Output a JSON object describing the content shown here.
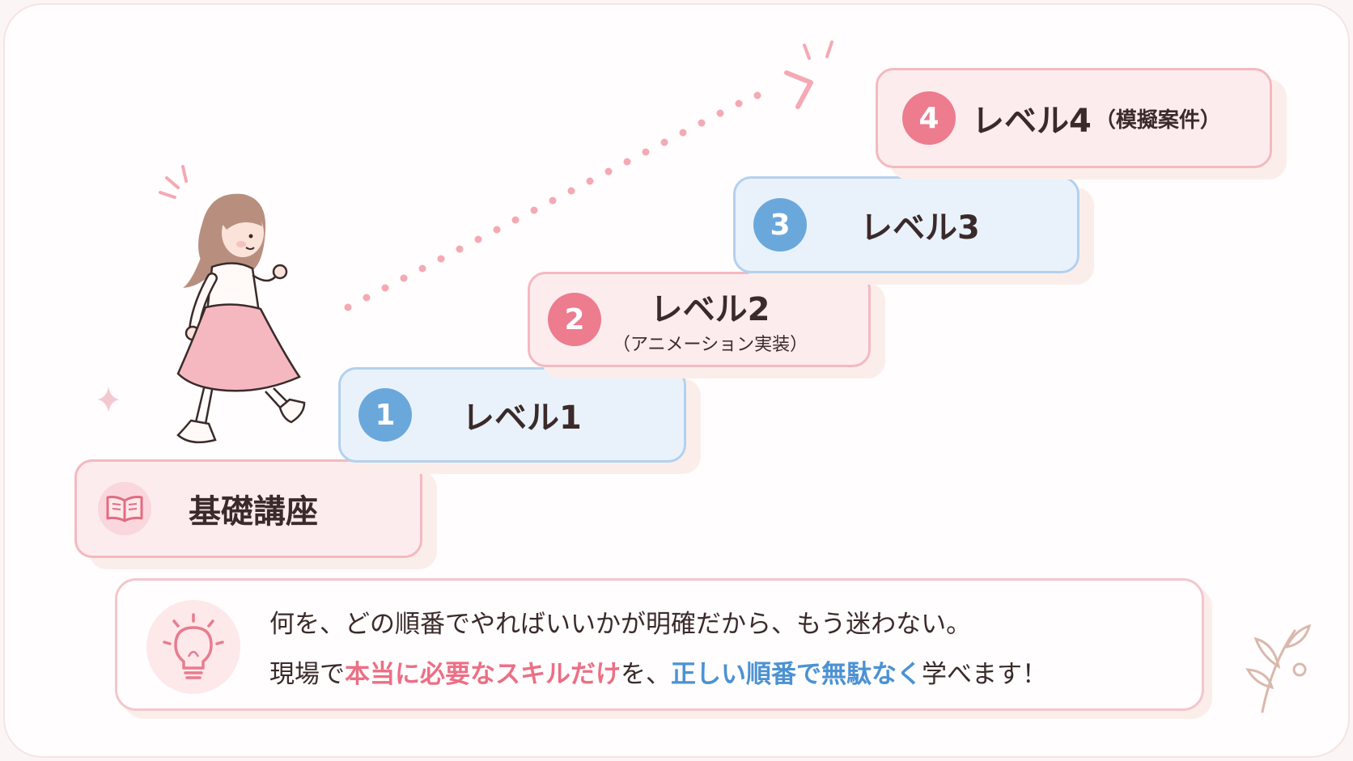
{
  "steps": [
    {
      "id": "basic",
      "label": "基礎講座",
      "icon": "open-book-icon"
    },
    {
      "id": "level1",
      "num": "1",
      "label": "レベル1"
    },
    {
      "id": "level2",
      "num": "2",
      "label": "レベル2",
      "sub": "（アニメーション実装）"
    },
    {
      "id": "level3",
      "num": "3",
      "label": "レベル3"
    },
    {
      "id": "level4",
      "num": "4",
      "label": "レベル4",
      "sub": "（模擬案件）"
    }
  ],
  "message": {
    "line1": "何を、どの順番でやればいいかが明確だから、もう迷わない。",
    "line2_a": "現場で",
    "line2_b": "本当に必要なスキルだけ",
    "line2_c": "を、",
    "line2_d": "正しい順番で無駄なく",
    "line2_e": "学べます！"
  },
  "colors": {
    "pink": "#ec7c8e",
    "blue": "#6aa8dc",
    "text": "#3b2a2a",
    "highlight_pink": "#ec6f85",
    "highlight_blue": "#4c92d2"
  }
}
